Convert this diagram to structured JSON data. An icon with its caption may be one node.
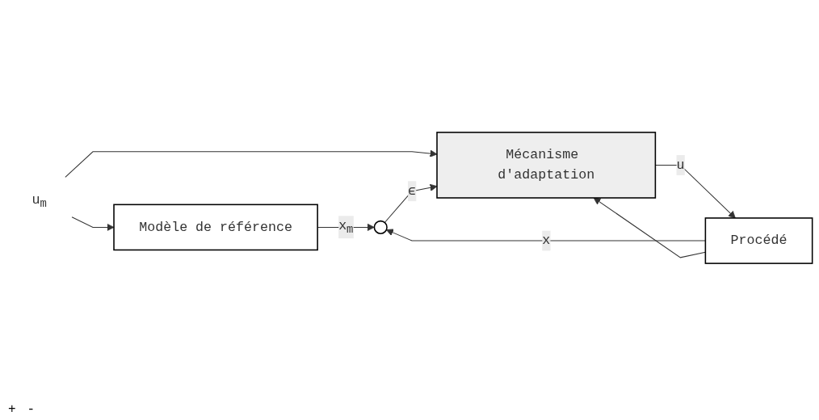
{
  "diagram": {
    "nodes": [
      {
        "text": [
          "u$_{m}$"
        ]
      },
      {
        "text": [
          "Modèle de référence"
        ]
      },
      {
        "text": [],
        "shape": "circle"
      },
      {
        "text": [
          "Procédé"
        ]
      },
      {
        "text": [
          "Mécanisme d'adaptation"
        ]
      }
    ],
    "edges": [
      {
        "from": 0,
        "to": 1,
        "arrow": "to"
      },
      {
        "from": 0,
        "to": 4,
        "arrow": "to"
      },
      {
        "from": 1,
        "to": 2,
        "arrow": "to",
        "label": "x$_{m}$"
      },
      {
        "from": 3,
        "to": 2,
        "arrow": "to",
        "label": "x"
      },
      {
        "from": 3,
        "to": 4,
        "arrow": "to"
      },
      {
        "from": 2,
        "to": 4,
        "arrow": "to",
        "label": "ϵ"
      },
      {
        "from": 4,
        "to": 3,
        "arrow": "to",
        "label": "u"
      }
    ],
    "labels": [
      "+",
      "-"
    ]
  }
}
